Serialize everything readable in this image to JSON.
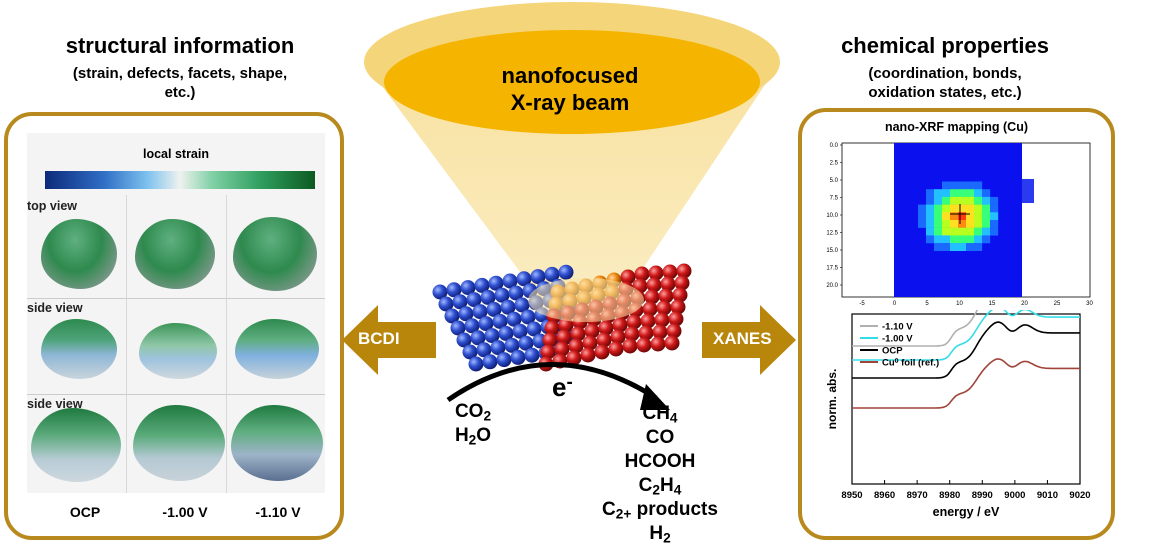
{
  "left": {
    "title": "structural information",
    "subtitle_line1": "(strain, defects, facets, shape,",
    "subtitle_line2": "etc.)",
    "strain_label": "local strain",
    "rows": [
      "top view",
      "side view",
      "side view"
    ],
    "columns": [
      "OCP",
      "-1.00 V",
      "-1.10 V"
    ]
  },
  "right": {
    "title": "chemical properties",
    "subtitle_line1": "(coordination, bonds,",
    "subtitle_line2": "oxidation states, etc.)",
    "map_title": "nano-XRF mapping (Cu)",
    "map_yticks": [
      "0.0",
      "2.5",
      "5.0",
      "7.5",
      "10.0",
      "12.5",
      "15.0",
      "17.5",
      "20.0"
    ],
    "map_xticks": [
      "-5",
      "0",
      "5",
      "10",
      "15",
      "20",
      "25",
      "30"
    ],
    "xanes_xlabel": "energy / eV",
    "xanes_ylabel": "norm. abs.",
    "xanes_xticks": [
      "8950",
      "8960",
      "8970",
      "8980",
      "8990",
      "9000",
      "9010",
      "9020"
    ],
    "legend": [
      {
        "label": "-1.10 V",
        "color": "#b0b0b0"
      },
      {
        "label": "-1.00 V",
        "color": "#33dde8"
      },
      {
        "label": "OCP",
        "color": "#000000"
      },
      {
        "label": "Cu⁰ foil (ref.)",
        "color": "#a0443a"
      }
    ]
  },
  "center": {
    "beam_line1": "nanofocused",
    "beam_line2": "X-ray beam",
    "left_arrow": "BCDI",
    "right_arrow": "XANES",
    "electron": "e",
    "electron_sup": "-",
    "reactants": [
      [
        "CO",
        "2"
      ],
      [
        "H",
        "2",
        "O"
      ]
    ],
    "products": [
      "CH4",
      "CO",
      "HCOOH",
      "C2H4",
      "C2+ products",
      "H2"
    ]
  },
  "colors": {
    "frame": "#b88a1d",
    "beam": "#f5b400",
    "arrow": "#b8860b"
  }
}
